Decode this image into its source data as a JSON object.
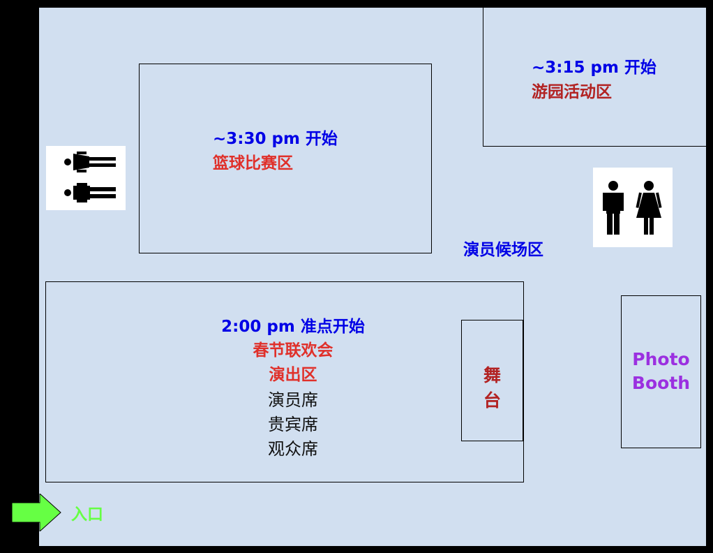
{
  "zones": {
    "garden": {
      "time": "~3:15 pm 开始",
      "name": "游园活动区"
    },
    "basketball": {
      "time": "~3:30 pm 开始",
      "name": "篮球比赛区"
    },
    "waiting": {
      "label": "演员候场区"
    },
    "performance": {
      "time": "2:00 pm 准点开始",
      "event": "春节联欢会",
      "name": "演出区",
      "seats": [
        "演员席",
        "贵宾席",
        "观众席"
      ]
    },
    "stage": {
      "line1": "舞",
      "line2": "台"
    },
    "photo": {
      "line1": "Photo",
      "line2": "Booth"
    },
    "entrance": {
      "label": "入口"
    }
  },
  "colors": {
    "floor": "#d1dff0",
    "time_text": "#0000e6",
    "zone_name": "#e0302a",
    "stage_text": "#b22222",
    "photo_text": "#9b30e0",
    "entrance": "#66ff44"
  },
  "icons": [
    "restroom-icon",
    "restroom-icon",
    "entrance-arrow-icon"
  ]
}
